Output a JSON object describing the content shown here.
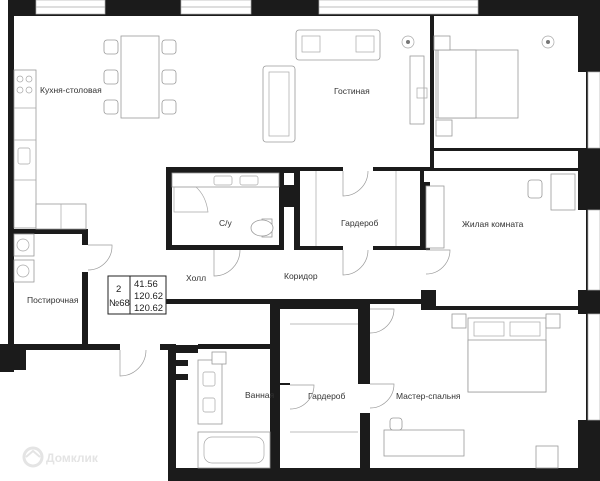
{
  "rooms": {
    "kitchen": "Кухня-столовая",
    "living": "Гостиная",
    "bedroom": "Жилая комната",
    "bath": "С/у",
    "wardrobe1": "Гардероб",
    "hall": "Холл",
    "corridor": "Коридор",
    "laundry": "Постирочная",
    "bathroom": "Ванная",
    "wardrobe2": "Гардероб",
    "master": "Мастер-спальня"
  },
  "info": {
    "rooms_count": "2",
    "apartment_number": "№68",
    "area_living": "41.56",
    "area_total": "120.62",
    "area_total_2": "120.62"
  },
  "watermark": {
    "text": "Домклик",
    "icon": "domclick-logo-icon"
  }
}
